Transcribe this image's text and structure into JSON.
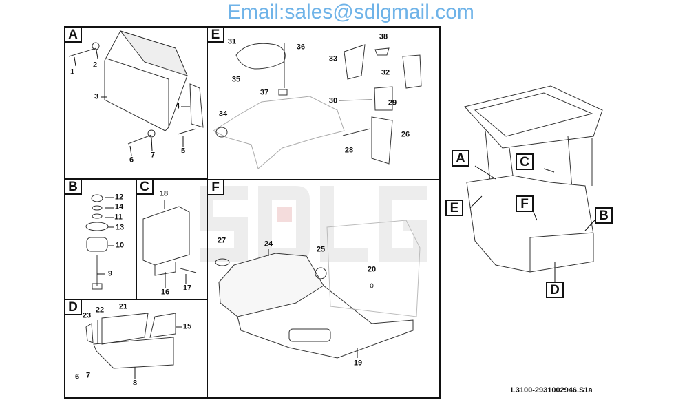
{
  "panels": {
    "a": "A",
    "b": "B",
    "c": "C",
    "d": "D",
    "e": "E",
    "f": "F"
  },
  "parts": {
    "a": [
      "1",
      "2",
      "3",
      "4",
      "5",
      "6",
      "7"
    ],
    "e": [
      "31",
      "36",
      "35",
      "37",
      "33",
      "38",
      "32",
      "30",
      "29",
      "34",
      "26",
      "28"
    ],
    "b": [
      "12",
      "14",
      "11",
      "13",
      "10",
      "9"
    ],
    "c": [
      "18",
      "16",
      "17"
    ],
    "d": [
      "23",
      "22",
      "21",
      "15",
      "6",
      "7",
      "8"
    ],
    "f": [
      "27",
      "24",
      "25",
      "20",
      "19"
    ]
  },
  "cab_callouts": [
    "A",
    "C",
    "E",
    "F",
    "B",
    "D"
  ],
  "watermark_logo": "SDLG",
  "watermark_text": "Email:sales@sdlgmail.com",
  "drawing_code": "L3100-2931002946.S1a"
}
